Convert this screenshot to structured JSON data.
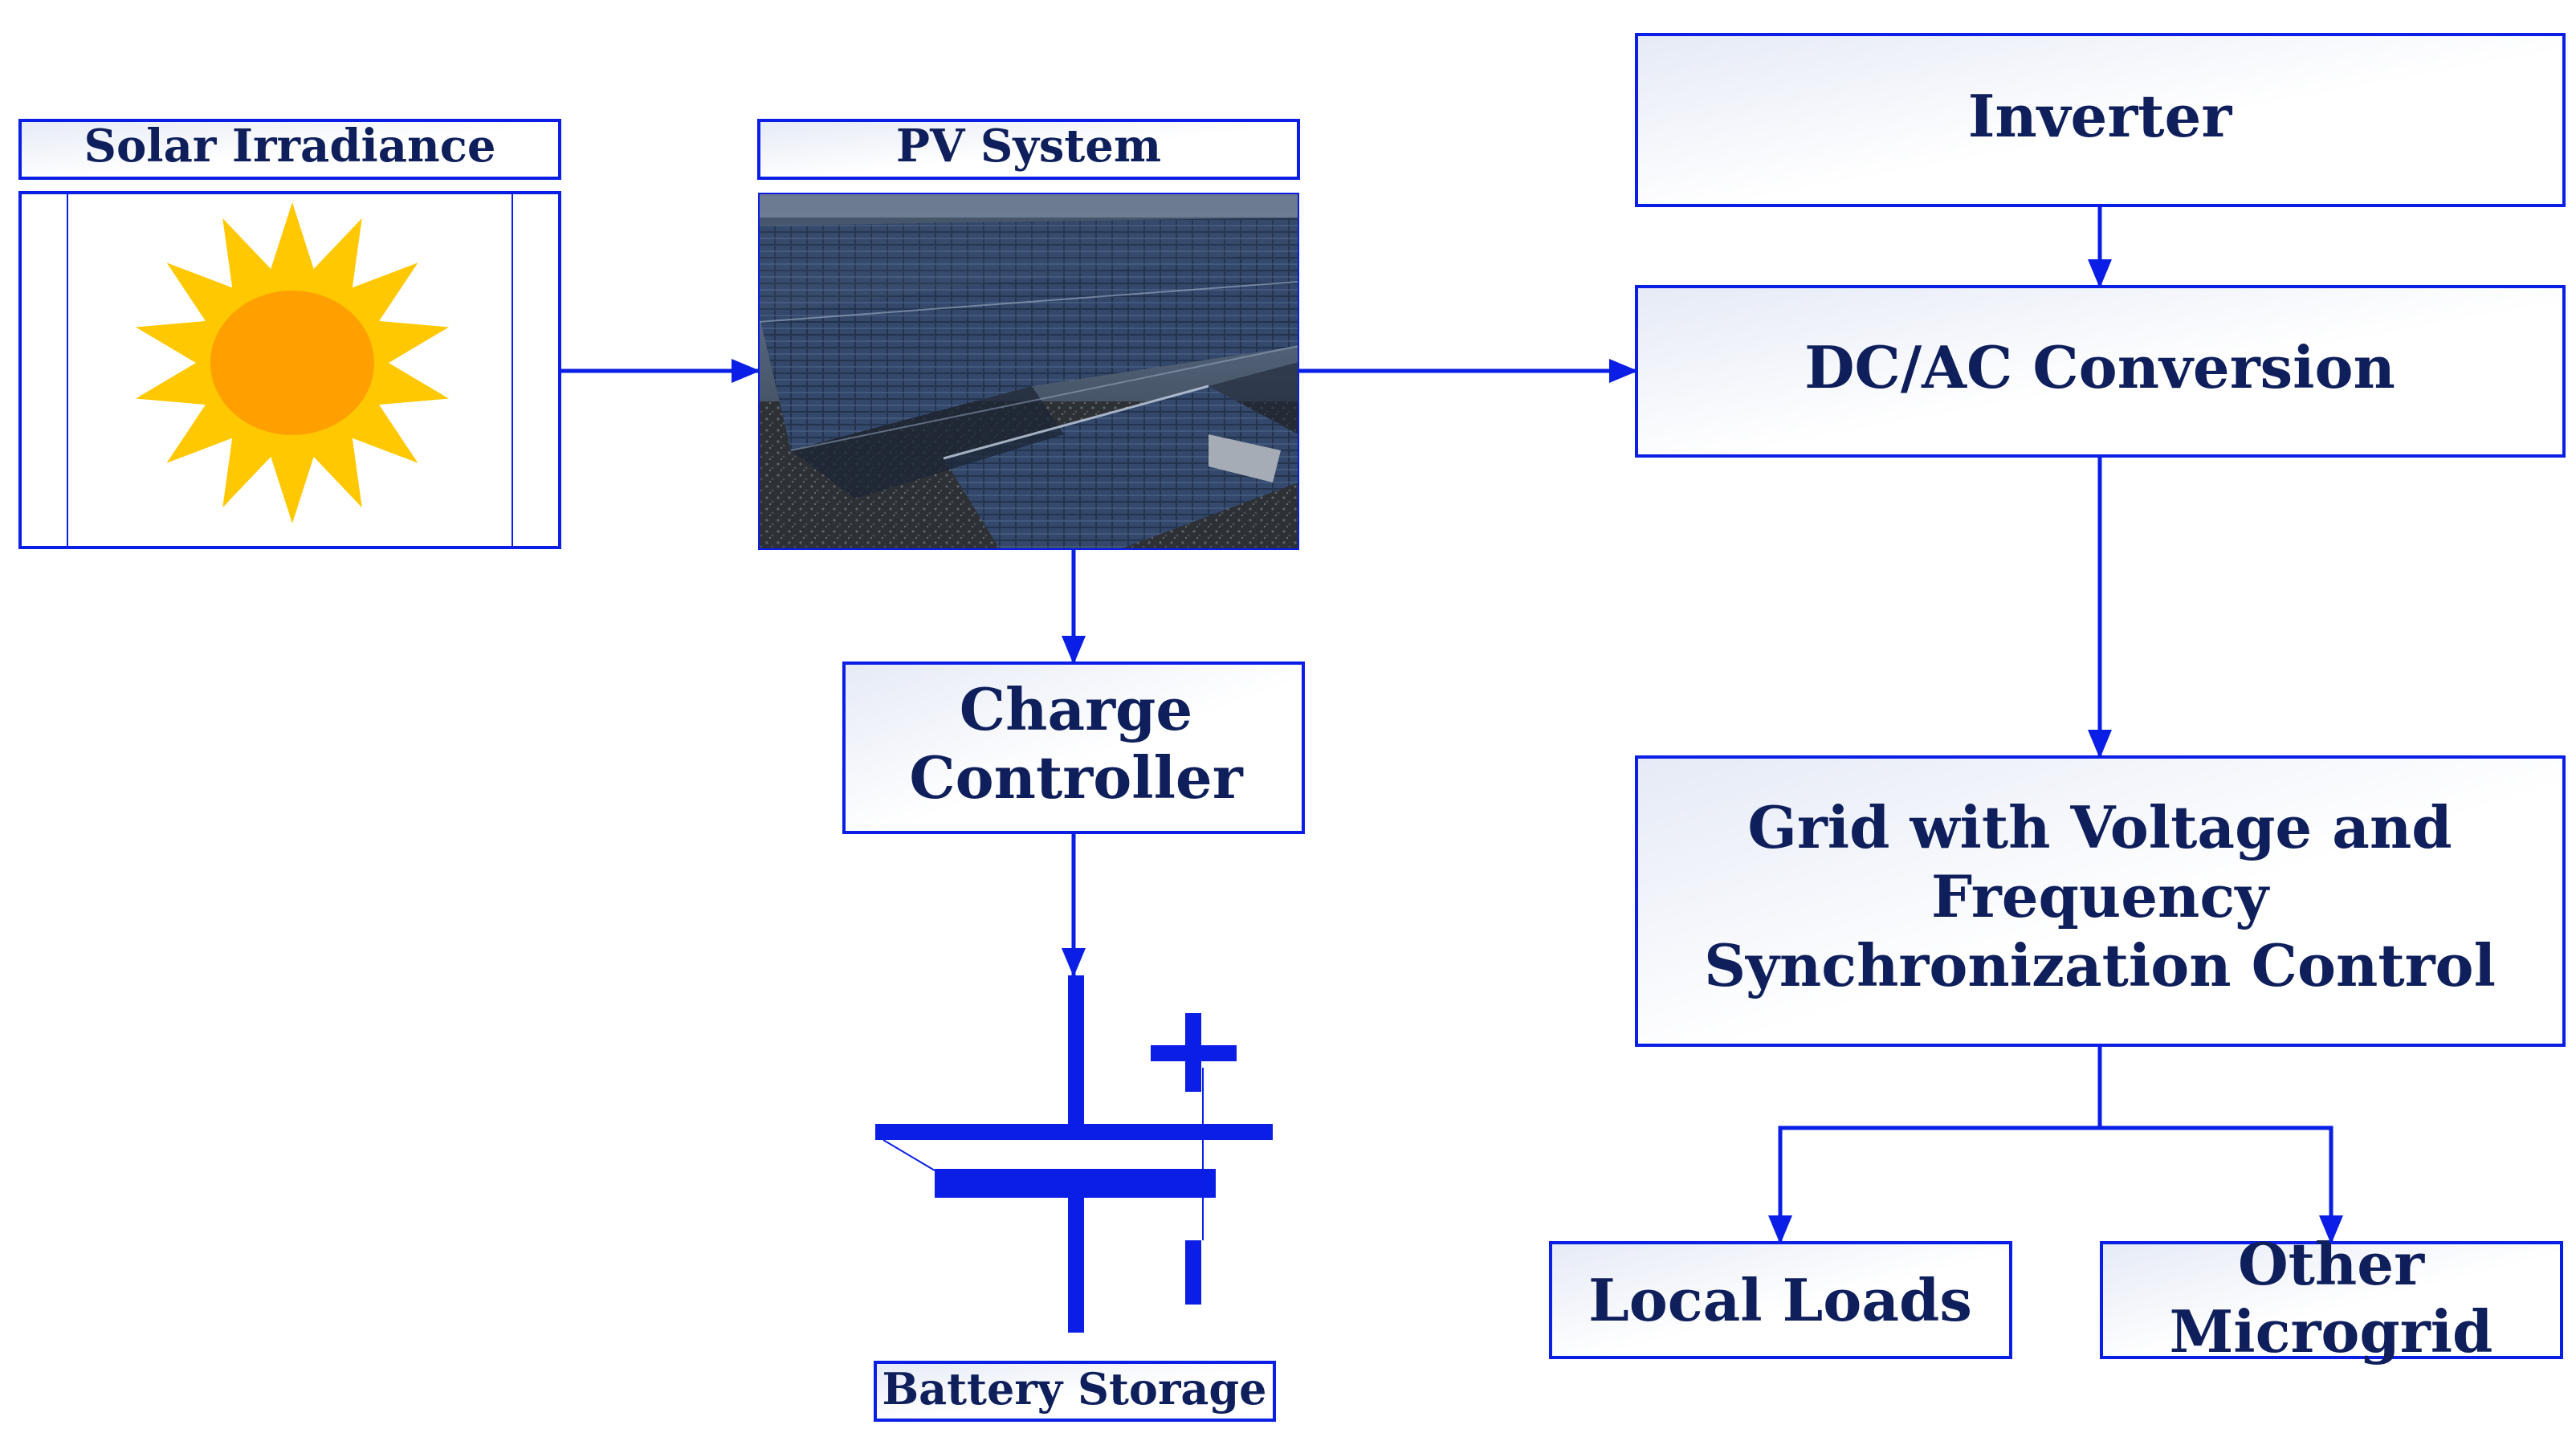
{
  "labels": {
    "solar_irradiance": "Solar Irradiance",
    "pv_system": "PV System",
    "charge_controller": [
      "Charge",
      "Controller"
    ],
    "battery_storage": "Battery Storage",
    "inverter": "Inverter",
    "dc_ac_conversion": "DC/AC Conversion",
    "grid_control": [
      "Grid with Voltage and",
      "Frequency",
      "Synchronization Control"
    ],
    "local_loads": "Local Loads",
    "other_microgrid": [
      "Other",
      "Microgrid"
    ]
  },
  "icons": {
    "sun": "sun-icon",
    "solar_panels": "solar-panels-photo",
    "battery": "battery-symbol-icon",
    "plus": "plus-sign-icon",
    "minus": "minus-sign-icon"
  },
  "colors": {
    "border": "#0a1ee6",
    "arrow": "#0a1ee6",
    "text": "#0f1f5c",
    "box_fill_start": "#e7ecf7",
    "box_fill_end": "#ffffff",
    "sun_rays": "#ffc800",
    "sun_core": "#ffa000",
    "battery": "#0a1ee6"
  }
}
